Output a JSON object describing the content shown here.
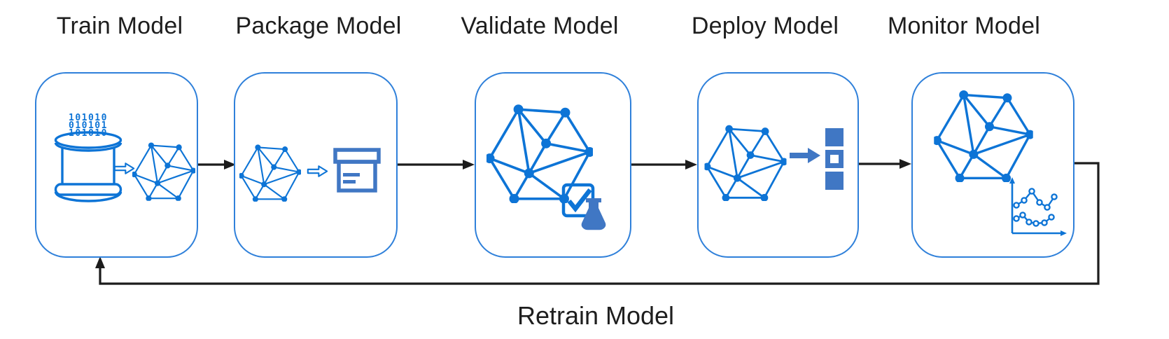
{
  "stages": [
    {
      "title": "Train Model",
      "icons": [
        "binary-data",
        "database",
        "transform-arrow",
        "network-graph"
      ],
      "binary": [
        "101010",
        "010101",
        "101010"
      ]
    },
    {
      "title": "Package Model",
      "icons": [
        "network-graph",
        "transform-arrow",
        "package-box"
      ]
    },
    {
      "title": "Validate Model",
      "icons": [
        "network-graph",
        "check-square",
        "flask"
      ]
    },
    {
      "title": "Deploy Model",
      "icons": [
        "network-graph",
        "deploy-arrow",
        "stacked-squares"
      ]
    },
    {
      "title": "Monitor Model",
      "icons": [
        "network-graph",
        "line-chart"
      ]
    }
  ],
  "feedback": {
    "label": "Retrain Model"
  },
  "connections": [
    {
      "from": "Train Model",
      "to": "Package Model"
    },
    {
      "from": "Package Model",
      "to": "Validate Model"
    },
    {
      "from": "Validate Model",
      "to": "Deploy Model"
    },
    {
      "from": "Deploy Model",
      "to": "Monitor Model"
    },
    {
      "from": "Monitor Model",
      "to": "Train Model",
      "label": "Retrain Model"
    }
  ],
  "colors": {
    "box_border": "#2f80da",
    "icon_blue": "#0d74d6",
    "steel_blue": "#4077c4",
    "arrow_black": "#1c1c1c",
    "text_color": "#1e1e1e"
  }
}
